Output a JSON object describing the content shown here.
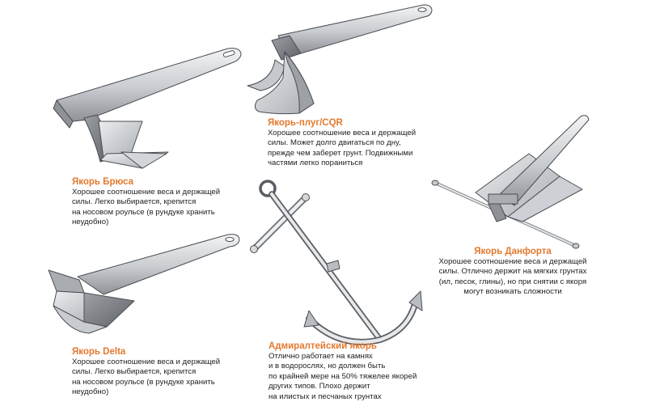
{
  "anchors": [
    {
      "id": "bruce",
      "title": "Якорь Брюса",
      "lines": [
        "Хорошее соотношение веса и держащей",
        "силы. Легко выбирается, крепится",
        "на носовом роульсе (в рундуке хранить",
        "неудобно)"
      ]
    },
    {
      "id": "cqr",
      "title": "Якорь-плуг/CQR",
      "lines": [
        "Хорошее соотношение веса и держащей",
        "силы. Может долго двигаться по дну,",
        "прежде чем заберет грунт. Подвижными",
        "частями легко пораниться"
      ]
    },
    {
      "id": "danforth",
      "title": "Якорь Данфорта",
      "lines": [
        "Хорошее соотношение веса и держащей",
        "силы. Отлично держит на мягких грунтах",
        "(ил, песок, глины), но при снятии с якоря",
        "могут возникать сложности"
      ]
    },
    {
      "id": "delta",
      "title": "Якорь Delta",
      "lines": [
        "Хорошее соотношение веса и держащей",
        "силы. Легко выбирается, крепится",
        "на носовом роульсе (в рундуке хранить",
        "неудобно)"
      ]
    },
    {
      "id": "admiralty",
      "title": "Адмиралтейский якорь",
      "lines": [
        "Отлично работает на камнях",
        "и в водорослях, но должен быть",
        "по крайней мере на 50% тяжелее якорей",
        "других типов. Плохо держит",
        "на илистых и песчаных грунтах"
      ]
    }
  ],
  "colors": {
    "title": "#e3792d",
    "metal_light": "#e4e6e8",
    "metal_mid": "#b9bdc1",
    "metal_dark": "#7c8086",
    "outline": "#4a4d52"
  }
}
